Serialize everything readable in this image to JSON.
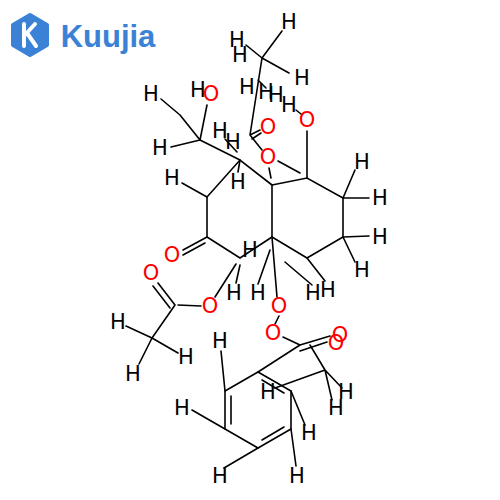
{
  "diagram": {
    "labels": [
      "Kuujia",
      "H",
      "H",
      "H",
      "H",
      "H",
      "H",
      "O",
      "H",
      "H",
      "H",
      "H",
      "O",
      "O",
      "H",
      "H",
      "O",
      "H",
      "H",
      "H",
      "H",
      "H",
      "H",
      "H",
      "O",
      "O",
      "O",
      "H",
      "H",
      "H",
      "H",
      "O",
      "H",
      "H",
      "H",
      "O",
      "O",
      "O",
      "H",
      "H",
      "H",
      "H",
      "H",
      "H",
      "H",
      "H",
      "H"
    ]
  }
}
